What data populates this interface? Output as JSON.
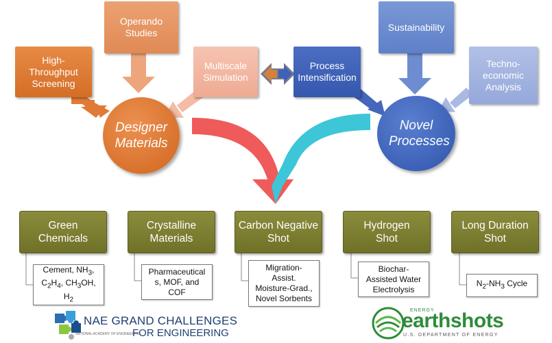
{
  "left_inputs": {
    "high_throughput": "High-Throughput Screening",
    "operando": "Operando Studies",
    "multiscale": "Multiscale Simulation"
  },
  "right_inputs": {
    "process_intensification": "Process Intensification",
    "sustainability": "Sustainability",
    "technoeconomic": "Techno-economic Analysis"
  },
  "hubs": {
    "designer_materials": "Designer Materials",
    "novel_processes": "Novel Processes"
  },
  "targets": [
    {
      "title": "Green Chemicals",
      "detail_html": "Cement, NH<sub>3</sub>,<br>C<sub>2</sub>H<sub>4</sub>, CH<sub>3</sub>OH,<br>H<sub>2</sub>"
    },
    {
      "title": "Crystalline Materials",
      "detail_html": "Pharmaceutical<br>s, MOF, and<br>COF"
    },
    {
      "title": "Carbon Negative Shot",
      "detail_html": "Migration-<br>Assist.<br>Moisture-Grad.,<br>Novel Sorbents"
    },
    {
      "title": "Hydrogen Shot",
      "detail_html": "Biochar-<br>Assisted Water<br>Electrolysis"
    },
    {
      "title": "Long Duration Shot",
      "detail_html": "N<sub>2</sub>-NH<sub>3</sub> Cycle"
    }
  ],
  "logos": {
    "nae_line1": "NAE GRAND CHALLENGES",
    "nae_line2": "FOR ENGINEERING",
    "nae_small": "NATIONAL ACADEMY OF ENGINEERING",
    "earthshots_small_top": "ENERGY",
    "earthshots_main": "earthshots",
    "earthshots_small_bottom": "U.S. DEPARTMENT OF ENERGY"
  },
  "colors": {
    "orange": "#e0782e",
    "light_orange": "#eda47a",
    "peach": "#f4b9a2",
    "blue_dark": "#3a5fb8",
    "blue_mid": "#6f8fd0",
    "blue_light": "#a8b8e2",
    "olive": "#7d7f33",
    "red_arrow": "#ef5a5a",
    "cyan_arrow": "#3cc6d8"
  }
}
